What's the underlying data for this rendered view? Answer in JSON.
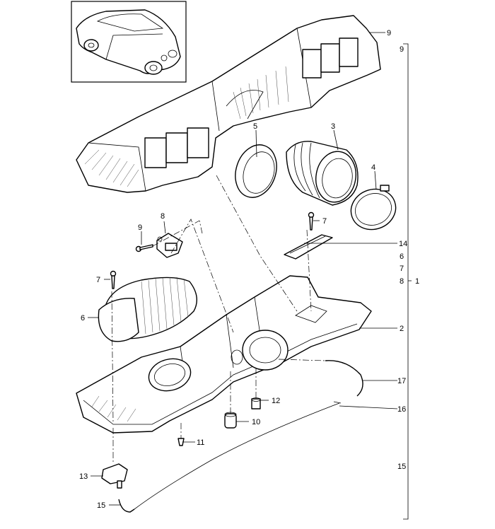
{
  "callouts": {
    "c1": "1",
    "c2": "2",
    "c3": "3",
    "c4": "4",
    "c5": "5",
    "c6a": "6",
    "c6b": "6",
    "c7a": "7",
    "c7b": "7",
    "c7c": "7",
    "c8a": "8",
    "c8b": "8",
    "c9a": "9",
    "c9b": "9",
    "c9c": "9",
    "c10": "10",
    "c11": "11",
    "c12": "12",
    "c13": "13",
    "c14": "14",
    "c15a": "15",
    "c15b": "15",
    "c16": "16",
    "c17": "17"
  }
}
